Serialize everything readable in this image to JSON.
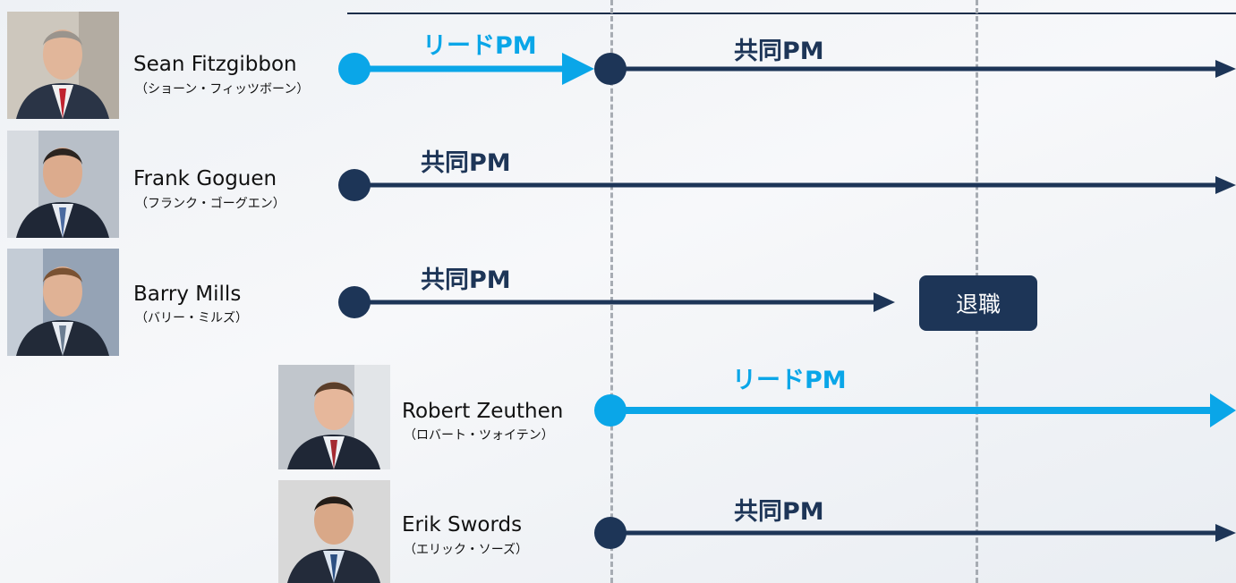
{
  "colors": {
    "lead": "#0aa6e8",
    "co": "#1d3557",
    "divider": "#a7acb3"
  },
  "people": [
    {
      "name": "Sean Fitzgibbon",
      "kana": "（ショーン・フィッツボーン）",
      "photo_icon": "portrait-photo"
    },
    {
      "name": "Frank Goguen",
      "kana": "（フランク・ゴーグエン）",
      "photo_icon": "portrait-photo"
    },
    {
      "name": "Barry Mills",
      "kana": "（バリー・ミルズ）",
      "photo_icon": "portrait-photo"
    },
    {
      "name": "Robert Zeuthen",
      "kana": "（ロバート・ツォイテン）",
      "photo_icon": "portrait-photo"
    },
    {
      "name": "Erik Swords",
      "kana": "（エリック・ソーズ）",
      "photo_icon": "portrait-photo"
    }
  ],
  "labels": {
    "lead_pm": "リードPM",
    "co_pm": "共同PM",
    "retire": "退職"
  },
  "timelines": [
    {
      "person": "Sean Fitzgibbon",
      "segments": [
        {
          "role": "リードPM"
        },
        {
          "role": "共同PM"
        }
      ]
    },
    {
      "person": "Frank Goguen",
      "segments": [
        {
          "role": "共同PM"
        }
      ]
    },
    {
      "person": "Barry Mills",
      "segments": [
        {
          "role": "共同PM"
        }
      ],
      "end": "退職"
    },
    {
      "person": "Robert Zeuthen",
      "segments": [
        {
          "role": "リードPM"
        }
      ]
    },
    {
      "person": "Erik Swords",
      "segments": [
        {
          "role": "共同PM"
        }
      ]
    }
  ]
}
